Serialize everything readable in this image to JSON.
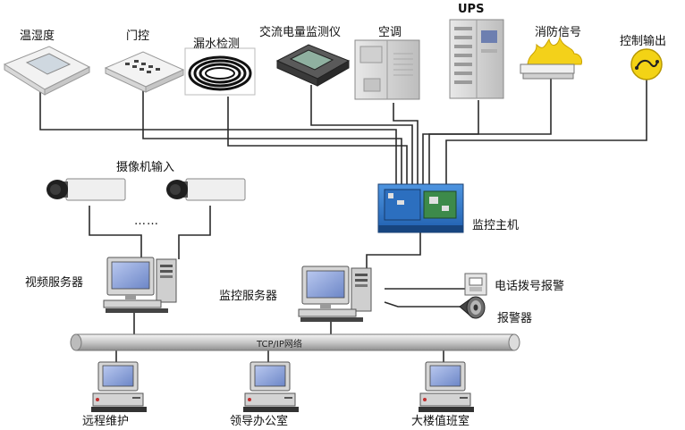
{
  "devices": {
    "humidity": "温湿度",
    "door": "门控",
    "water": "漏水检测",
    "power": "交流电量监测仪",
    "ac": "空调",
    "ups": "UPS",
    "fire": "消防信号",
    "control_out": "控制输出"
  },
  "camera": {
    "label": "摄像机输入",
    "dots": "……"
  },
  "host": {
    "label": "监控主机"
  },
  "servers": {
    "video": "视频服务器",
    "monitor": "监控服务器"
  },
  "alarms": {
    "phone": "电话拨号报警",
    "siren": "报警器"
  },
  "network": {
    "label": "TCP/IP网络"
  },
  "clients": {
    "remote": "远程维护",
    "leader": "领导办公室",
    "building": "大楼值班室"
  },
  "colors": {
    "wire": "#2b2b2b",
    "host_blue": "#3a7fd0",
    "screen_blue": "#7f9ed6",
    "pipe": "#c9c9c9"
  }
}
